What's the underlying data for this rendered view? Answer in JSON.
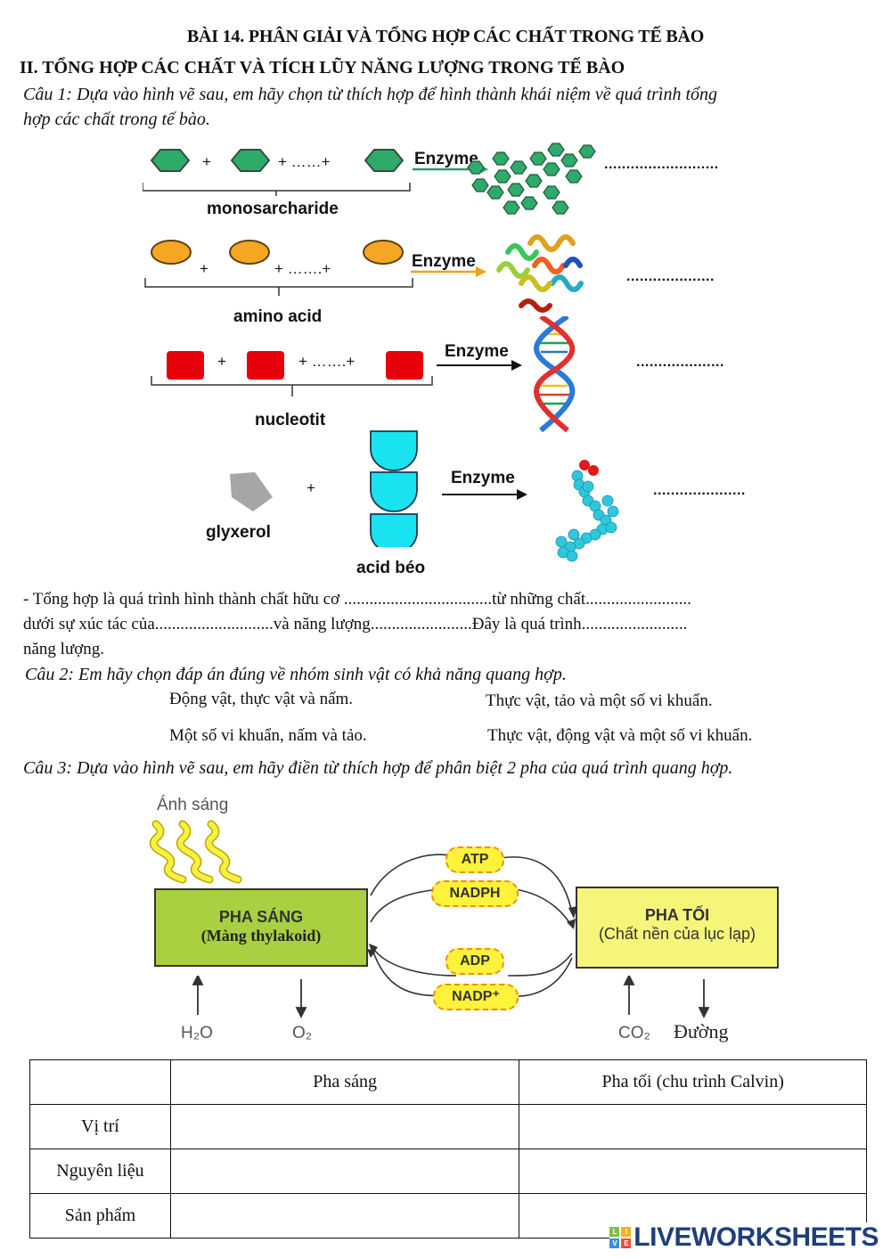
{
  "header": {
    "title": "BÀI 14. PHÂN GIẢI VÀ TỔNG HỢP CÁC CHẤT TRONG TẾ BÀO",
    "section": "II. TỔNG HỢP CÁC CHẤT VÀ TÍCH LŨY NĂNG LƯỢNG TRONG TẾ BÀO"
  },
  "q1": {
    "prompt_line1": "Câu 1: Dựa vào hình vẽ sau, em hãy chọn từ thích hợp để hình thành khái niệm về quá trình tổng",
    "prompt_line2": "hợp các chất trong tế bào.",
    "rows": [
      {
        "monomer": "monosarcharide",
        "plus1": "+",
        "plus2": "+ ……+",
        "enzyme": "Enzyme",
        "answer_blank": "..........................",
        "colors": {
          "fill": "#2eaa6b",
          "stroke": "#2f4f3f",
          "arrow": "#2e9a6a"
        }
      },
      {
        "monomer": "amino acid",
        "plus1": "+",
        "plus2": "+ …….+",
        "enzyme": "Enzyme",
        "answer_blank": "....................",
        "colors": {
          "fill": "#f5a623",
          "stroke": "#5a4010",
          "arrow": "#f0a020"
        }
      },
      {
        "monomer": "nucleotit",
        "plus1": "+",
        "plus2": "+ …….+",
        "enzyme": "Enzyme",
        "answer_blank": "....................",
        "colors": {
          "fill": "#e8000b",
          "arrow": "#111111"
        }
      },
      {
        "monomer": "glyxerol",
        "monomer2": "acid béo",
        "plus1": "+",
        "enzyme": "Enzyme",
        "answer_blank": ".....................",
        "colors": {
          "fill": "#a6a6a6",
          "fill2": "#19e3f0",
          "arrow": "#111111"
        }
      }
    ],
    "definition_line1": "- Tổng hợp là quá trình hình thành chất hữu cơ ...................................từ những chất.........................",
    "definition_line2": "dưới sự xúc tác của............................và năng lượng........................Đây là quá trình.........................",
    "definition_line3": "năng lượng."
  },
  "q2": {
    "prompt": "Câu 2: Em hãy chọn đáp án đúng về nhóm sinh vật có khả năng quang hợp.",
    "options": [
      "Động vật, thực vật và nấm.",
      "Thực vật, tảo và một số vi khuẩn.",
      "Một số vi khuẩn, nấm và tảo.",
      "Thực vật, động vật và một số vi khuẩn."
    ]
  },
  "q3": {
    "prompt": "Câu 3: Dựa vào hình vẽ sau, em hãy điền từ thích hợp để phân biệt 2 pha của quá trình quang hợp.",
    "diagram": {
      "light_label": "Ánh sáng",
      "light_phase": {
        "title": "PHA SÁNG",
        "subtitle": "(Màng thylakoid)",
        "color": "#a8d040"
      },
      "dark_phase": {
        "title": "PHA TỐI",
        "subtitle": "(Chất nền của lục lạp)",
        "color": "#f5f57a"
      },
      "carriers": [
        "ATP",
        "NADPH",
        "ADP",
        "NADP⁺"
      ],
      "inputs_outputs": {
        "h2o": "H₂O",
        "o2": "O₂",
        "co2": "CO₂",
        "sugar": "Đường"
      }
    },
    "table": {
      "headers": [
        "",
        "Pha sáng",
        "Pha tối (chu trình Calvin)"
      ],
      "rows": [
        {
          "label": "Vị trí",
          "cells": [
            "",
            ""
          ]
        },
        {
          "label": "Nguyên liệu",
          "cells": [
            "",
            ""
          ]
        },
        {
          "label": "Sản phẩm",
          "cells": [
            "",
            ""
          ]
        }
      ]
    }
  },
  "branding": {
    "logo_text": "LIVEWORKSHEETS",
    "cube_letters": [
      "L",
      "I",
      "V",
      "E"
    ]
  }
}
